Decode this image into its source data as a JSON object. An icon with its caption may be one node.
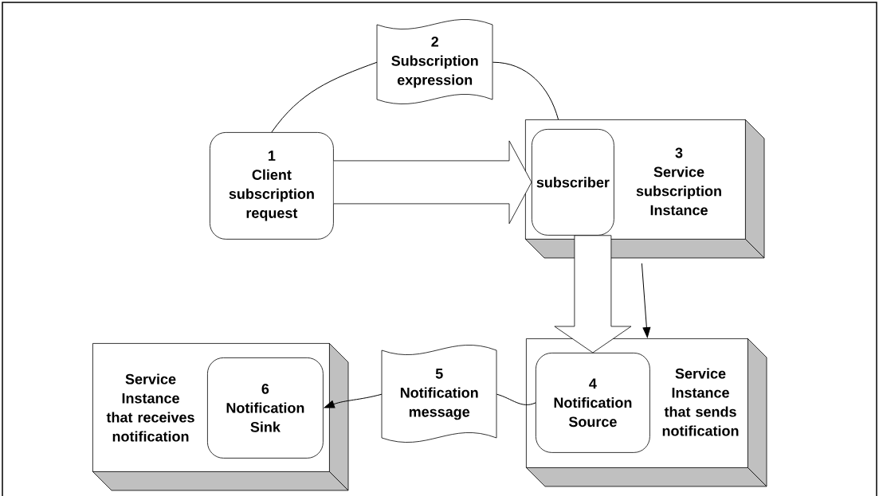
{
  "diagram": {
    "nodes": [
      {
        "text": [
          "1",
          "Client subscription request"
        ]
      },
      {
        "text": [
          "2",
          "Subscription expression"
        ]
      },
      {
        "text": [
          "3",
          "Service subscription Instance"
        ]
      },
      {
        "text": [
          "subscriber"
        ],
        "in": 2
      },
      {
        "text": [
          "Service Instance that sends notification"
        ]
      },
      {
        "text": [
          "4",
          "Notification Source"
        ],
        "in": 4
      },
      {
        "text": [
          "5",
          "Notification message"
        ]
      },
      {
        "text": [
          "Service Instance that receives notification"
        ]
      },
      {
        "text": [
          "6",
          "Notification Sink"
        ],
        "in": 7
      }
    ],
    "edges": [
      {
        "from": 0,
        "to": 1,
        "arrow": "none"
      },
      {
        "from": 1,
        "to": 2,
        "arrow": "none"
      },
      {
        "from": 0,
        "to": 3,
        "arrow": "to",
        "style": "thick"
      },
      {
        "from": 3,
        "to": 5,
        "arrow": "to",
        "style": "thick"
      },
      {
        "from": 2,
        "to": 4,
        "arrow": "to"
      },
      {
        "from": 5,
        "to": 6,
        "arrow": "none"
      },
      {
        "from": 6,
        "to": 8,
        "arrow": "to"
      }
    ]
  }
}
